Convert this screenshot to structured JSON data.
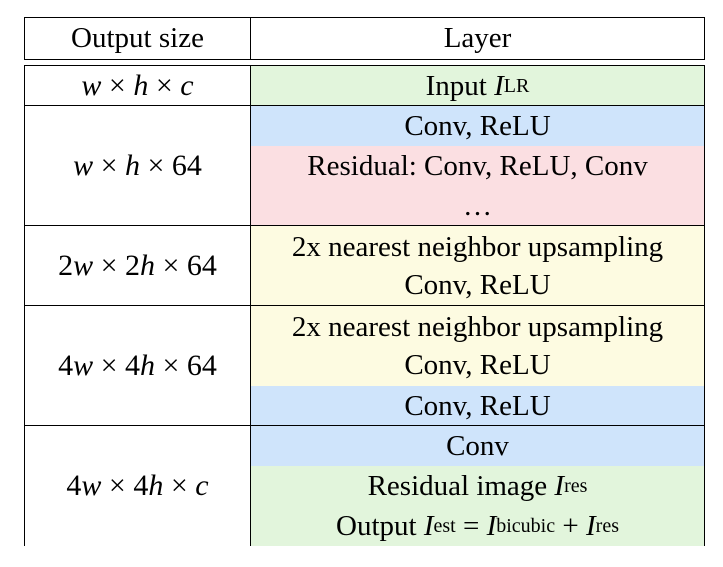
{
  "header": {
    "col1": "Output size",
    "col2": "Layer"
  },
  "rows": {
    "r1": {
      "size_a": "w",
      "size_b": "h",
      "size_c": "c",
      "layer_text": "Input ",
      "layer_var": "I",
      "layer_sub": "LR"
    },
    "r2": {
      "size_a": "w",
      "size_b": "h",
      "size_c": "64",
      "layer1": "Conv, ReLU",
      "layer2": "Residual: Conv, ReLU, Conv",
      "layer3": "…"
    },
    "r3": {
      "size_a": "2",
      "size_b": "2",
      "size_c": "64",
      "layer1": "2x nearest neighbor upsampling",
      "layer2": "Conv, ReLU"
    },
    "r4": {
      "size_a": "4",
      "size_b": "4",
      "size_c": "64",
      "layer1": "2x nearest neighbor upsampling",
      "layer2": "Conv, ReLU",
      "layer3": "Conv, ReLU"
    },
    "r5": {
      "size_a": "4",
      "size_b": "4",
      "size_c": "c",
      "layer1": "Conv",
      "layer2_text": "Residual image ",
      "layer2_var": "I",
      "layer2_sub": "res",
      "layer3_text": "Output ",
      "layer3_var1": "I",
      "layer3_sub1": "est",
      "layer3_eq": " = ",
      "layer3_var2": "I",
      "layer3_sub2": "bicubic",
      "layer3_plus": " + ",
      "layer3_var3": "I",
      "layer3_sub3": "res"
    }
  },
  "colors": {
    "green": "#e2f5dc",
    "blue": "#cfe4fb",
    "pink": "#fbdfe2",
    "yellow": "#fdfbe1"
  }
}
